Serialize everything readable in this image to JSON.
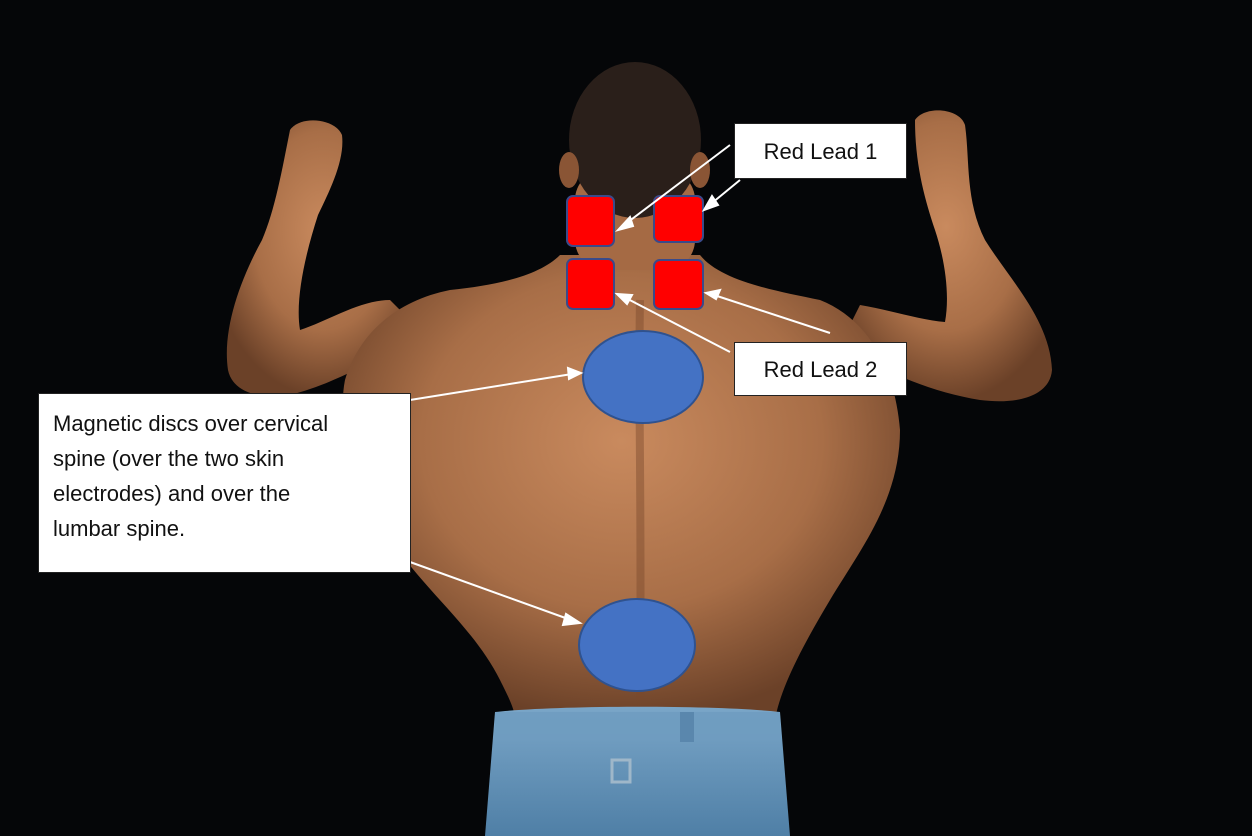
{
  "annotations": {
    "red_lead_1": "Red Lead 1",
    "red_lead_2": "Red Lead 2",
    "magnetic_discs_note": "Magnetic discs over cervical\nspine (over the two skin\nelectrodes) and over the\nlumbar spine."
  },
  "colors": {
    "background": "#050608",
    "electrode_fill": "#ff0000",
    "electrode_border": "#3a4a8a",
    "magnetic_disc_fill": "#4472c4",
    "magnetic_disc_border": "#2f528f",
    "skin": "#b07a55",
    "jeans": "#5f8fb5",
    "arrow": "#ffffff"
  },
  "icons": [
    "electrode-pad",
    "magnetic-disc",
    "pointer-arrow"
  ]
}
